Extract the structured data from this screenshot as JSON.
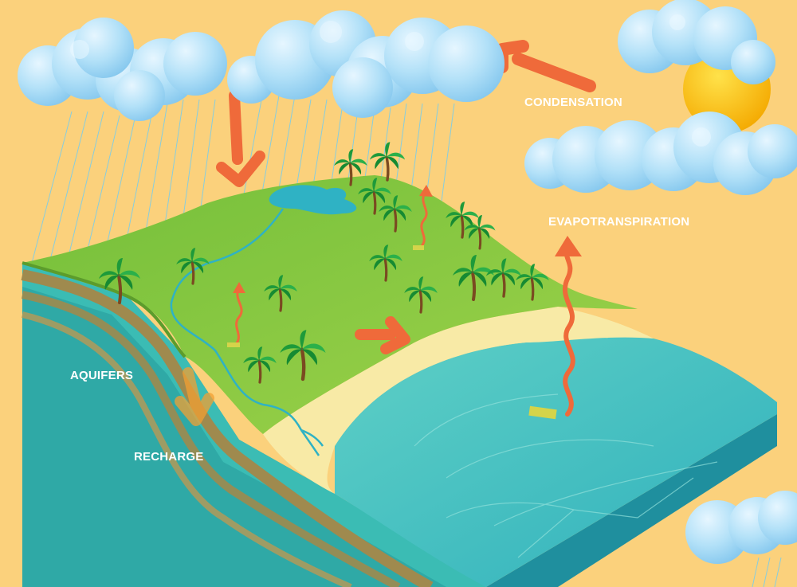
{
  "labels": {
    "condensation": "CONDENSATION",
    "evapotranspiration": "EVAPOTRANSPIRATION",
    "aquifers": "AQUIFERS",
    "recharge": "RECHARGE"
  },
  "colors": {
    "background": "#fbd17c",
    "cloud": "#a9dcf6",
    "land": "#8cc63f",
    "sand": "#f8eaa6",
    "ocean": "#3cbfc0",
    "soil": "#9f8a4e",
    "aquifer": "#2fb2ac",
    "arrow": "#ef6a3a",
    "sun": "#f5b400"
  },
  "icons": [
    "cloud-icon",
    "sun-icon",
    "rain-icon",
    "palm-tree-icon",
    "arrow-icon"
  ]
}
